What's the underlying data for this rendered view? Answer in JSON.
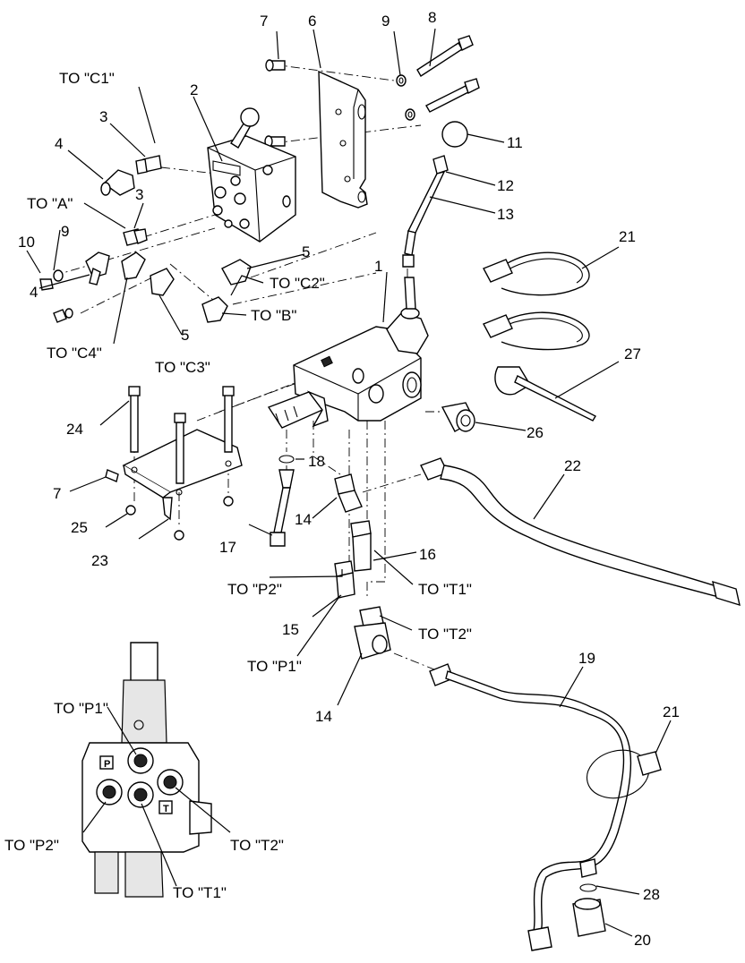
{
  "diagram": {
    "callouts": [
      {
        "id": "n1",
        "text": "1"
      },
      {
        "id": "n2",
        "text": "2"
      },
      {
        "id": "n3a",
        "text": "3"
      },
      {
        "id": "n3b",
        "text": "3"
      },
      {
        "id": "n4a",
        "text": "4"
      },
      {
        "id": "n4b",
        "text": "4"
      },
      {
        "id": "n5a",
        "text": "5"
      },
      {
        "id": "n5b",
        "text": "5"
      },
      {
        "id": "n6",
        "text": "6"
      },
      {
        "id": "n7a",
        "text": "7"
      },
      {
        "id": "n7b",
        "text": "7"
      },
      {
        "id": "n8",
        "text": "8"
      },
      {
        "id": "n9a",
        "text": "9"
      },
      {
        "id": "n9b",
        "text": "9"
      },
      {
        "id": "n10",
        "text": "10"
      },
      {
        "id": "n11",
        "text": "11"
      },
      {
        "id": "n12",
        "text": "12"
      },
      {
        "id": "n13",
        "text": "13"
      },
      {
        "id": "n14a",
        "text": "14"
      },
      {
        "id": "n14b",
        "text": "14"
      },
      {
        "id": "n15",
        "text": "15"
      },
      {
        "id": "n16",
        "text": "16"
      },
      {
        "id": "n17",
        "text": "17"
      },
      {
        "id": "n18",
        "text": "18"
      },
      {
        "id": "n19",
        "text": "19"
      },
      {
        "id": "n20",
        "text": "20"
      },
      {
        "id": "n21a",
        "text": "21"
      },
      {
        "id": "n21b",
        "text": "21"
      },
      {
        "id": "n22",
        "text": "22"
      },
      {
        "id": "n23",
        "text": "23"
      },
      {
        "id": "n24",
        "text": "24"
      },
      {
        "id": "n25",
        "text": "25"
      },
      {
        "id": "n26",
        "text": "26"
      },
      {
        "id": "n27",
        "text": "27"
      },
      {
        "id": "n28",
        "text": "28"
      }
    ],
    "port_labels": [
      {
        "id": "c1",
        "text": "TO \"C1\""
      },
      {
        "id": "a",
        "text": "TO \"A\""
      },
      {
        "id": "c4",
        "text": "TO \"C4\""
      },
      {
        "id": "c3",
        "text": "TO \"C3\""
      },
      {
        "id": "c2",
        "text": "TO \"C2\""
      },
      {
        "id": "b",
        "text": "TO \"B\""
      },
      {
        "id": "p2",
        "text": "TO \"P2\""
      },
      {
        "id": "p1",
        "text": "TO \"P1\""
      },
      {
        "id": "t1",
        "text": "TO \"T1\""
      },
      {
        "id": "t2",
        "text": "TO \"T2\""
      },
      {
        "id": "ip1",
        "text": "TO \"P1\""
      },
      {
        "id": "ip2",
        "text": "TO \"P2\""
      },
      {
        "id": "it2",
        "text": "TO \"T2\""
      },
      {
        "id": "it1",
        "text": "TO \"T1\""
      }
    ],
    "valve_markings": {
      "pressure": "P",
      "tank": "T"
    }
  }
}
